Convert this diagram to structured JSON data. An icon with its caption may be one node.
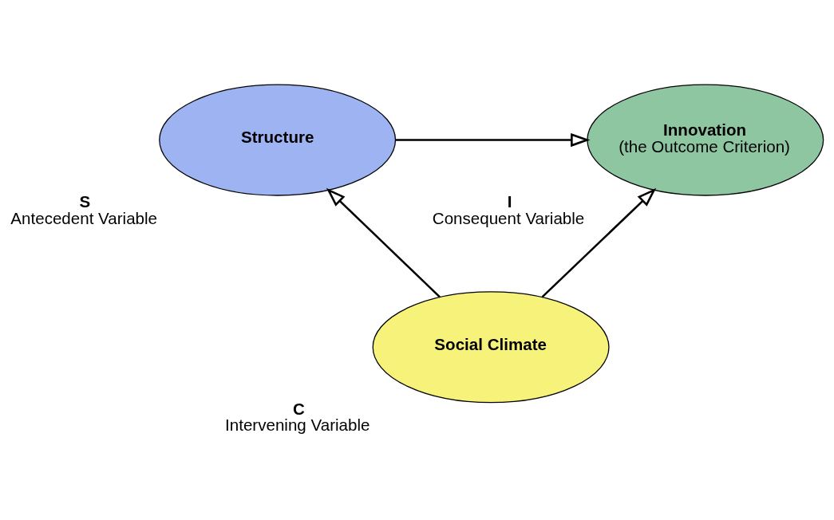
{
  "diagram": {
    "nodes": [
      {
        "text": [
          "Structure"
        ],
        "beside": [
          "S",
          "Antecedent Variable"
        ]
      },
      {
        "text": [
          "Innovation",
          "(the Outcome Criterion)"
        ],
        "beside": [
          "I",
          "Consequent Variable"
        ]
      },
      {
        "text": [
          "Social Climate"
        ],
        "beside": [
          "C",
          "Intervening Variable"
        ]
      }
    ],
    "edges": [
      {
        "from": 0,
        "to": 1,
        "arrow": "to"
      },
      {
        "from": 2,
        "to": 0,
        "arrow": "to"
      },
      {
        "from": 2,
        "to": 1,
        "arrow": "to"
      }
    ]
  }
}
